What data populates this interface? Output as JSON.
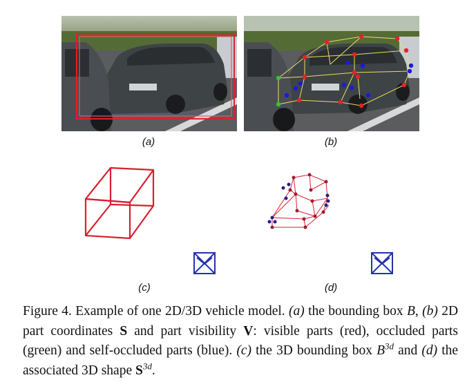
{
  "panels": {
    "a": {
      "label": "(a)"
    },
    "b": {
      "label": "(b)"
    },
    "c": {
      "label": "(c)"
    },
    "d": {
      "label": "(d)"
    }
  },
  "caption": {
    "lead": "Figure 4. Example of one 2D/3D vehicle model.",
    "a_ref": "(a)",
    "a_text": "the bounding box",
    "B": "B",
    "b_ref": "(b)",
    "b_text_1": "2D part coordinates",
    "S": "S",
    "b_text_2": "and part visibility",
    "V": "V",
    "b_text_3": ": visible parts (red), occluded parts (green) and self-occluded parts (blue).",
    "c_ref": "(c)",
    "c_text": "the 3D bounding box",
    "sup_3d": "3d",
    "d_conj": "and",
    "d_ref": "(d)",
    "d_text": "the associated 3D shape",
    "end": "."
  },
  "colors": {
    "bbox_red": "#e0202a",
    "wire_red": "#d81e2e",
    "visible_red": "#e8202a",
    "occluded_green": "#2ec82e",
    "selfoccluded_blue": "#1a1adc",
    "camera_blue": "#2233aa",
    "skeleton_yellow": "#e8e060"
  }
}
